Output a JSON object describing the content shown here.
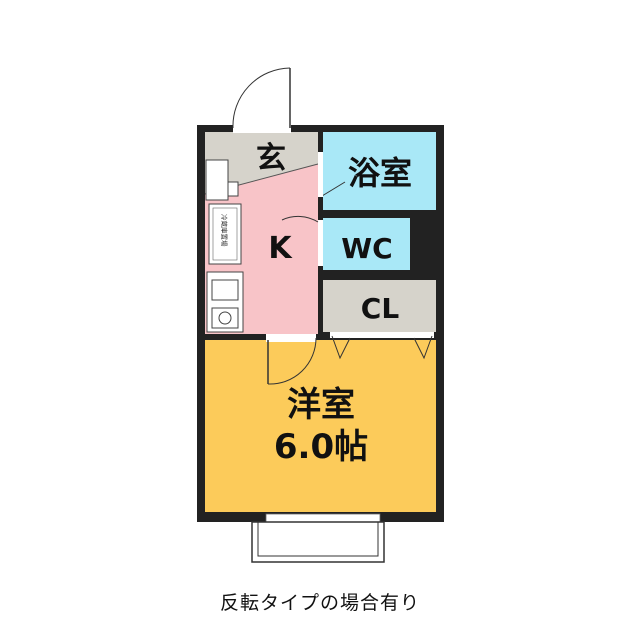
{
  "rooms": {
    "genkan": "玄",
    "bath": "浴室",
    "kitchen": "K",
    "wc": "WC",
    "closet": "CL",
    "western_room": "洋室",
    "western_room_size": "6.0帖"
  },
  "appliance_label": "冷蔵庫置場",
  "caption": "反転タイプの場合有り",
  "colors": {
    "genkan": "#d6d3cb",
    "bath": "#a9e8f7",
    "kitchen": "#f8c4c8",
    "wc": "#a9e8f7",
    "closet": "#d6d3cb",
    "western_room": "#fccb5a",
    "wall": "#222222"
  }
}
